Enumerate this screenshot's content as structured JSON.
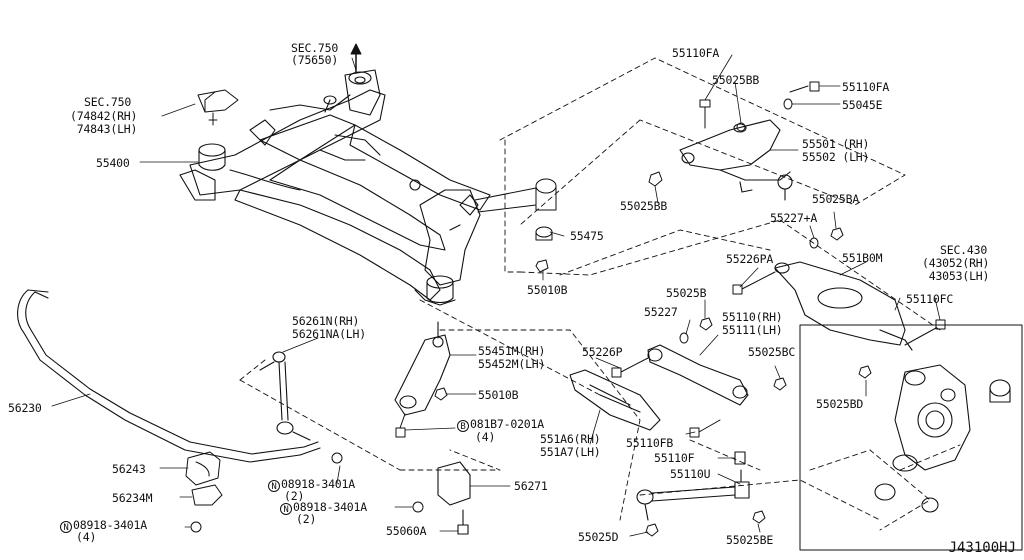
{
  "diagram": {
    "code": "J43100HJ",
    "labels": {
      "sec750_top": "SEC.750",
      "sec750_top_sub": "(75650)",
      "sec750_left": "SEC.750",
      "sec750_left_rh": "(74842(RH)",
      "sec750_left_lh": " 74843(LH)",
      "p55400": "55400",
      "p55110FA_top": "55110FA",
      "p55025BB_top": "55025BB",
      "p55110FA_right": "55110FA",
      "p55045E": "55045E",
      "p55501": "55501 (RH)",
      "p55502": "55502 (LH)",
      "p55025BB_low": "55025BB",
      "p55025BA": "55025BA",
      "p55227A": "55227+A",
      "p55475": "55475",
      "p55010B_top": "55010B",
      "p55226PA": "55226PA",
      "p551B0M": "551B0M",
      "sec430": "SEC.430",
      "sec430_rh": "(43052(RH)",
      "sec430_lh": " 43053(LH)",
      "p55025B": "55025B",
      "p55110FC": "55110FC",
      "p55227": "55227",
      "p55110_rh": "55110(RH)",
      "p55111_lh": "55111(LH)",
      "p56261N": "56261N(RH)",
      "p56261NA": "56261NA(LH)",
      "p55451M": "55451M(RH)",
      "p55452M": "55452M(LH)",
      "p55226P": "55226P",
      "p55025BC": "55025BC",
      "p56230": "56230",
      "p55010B_mid": "55010B",
      "p55025BD": "55025BD",
      "p081B7_mark": "B",
      "p081B7": "081B7-0201A",
      "p081B7_qty": "(4)",
      "p551A6": "551A6(RH)",
      "p551A7": "551A7(LH)",
      "p55110FB": "55110FB",
      "p55110F": "55110F",
      "p56243": "56243",
      "p08918_a_mark": "N",
      "p08918_a": "08918-3401A",
      "p08918_a_qty": "(2)",
      "p55110U": "55110U",
      "p56271": "56271",
      "p56234M": "56234M",
      "p08918_b_mark": "N",
      "p08918_b": "08918-3401A",
      "p08918_b_qty": "(2)",
      "p08918_c_mark": "N",
      "p08918_c": "08918-3401A",
      "p08918_c_qty": "(4)",
      "p55060A": "55060A",
      "p55025D": "55025D",
      "p55025BE": "55025BE"
    }
  }
}
